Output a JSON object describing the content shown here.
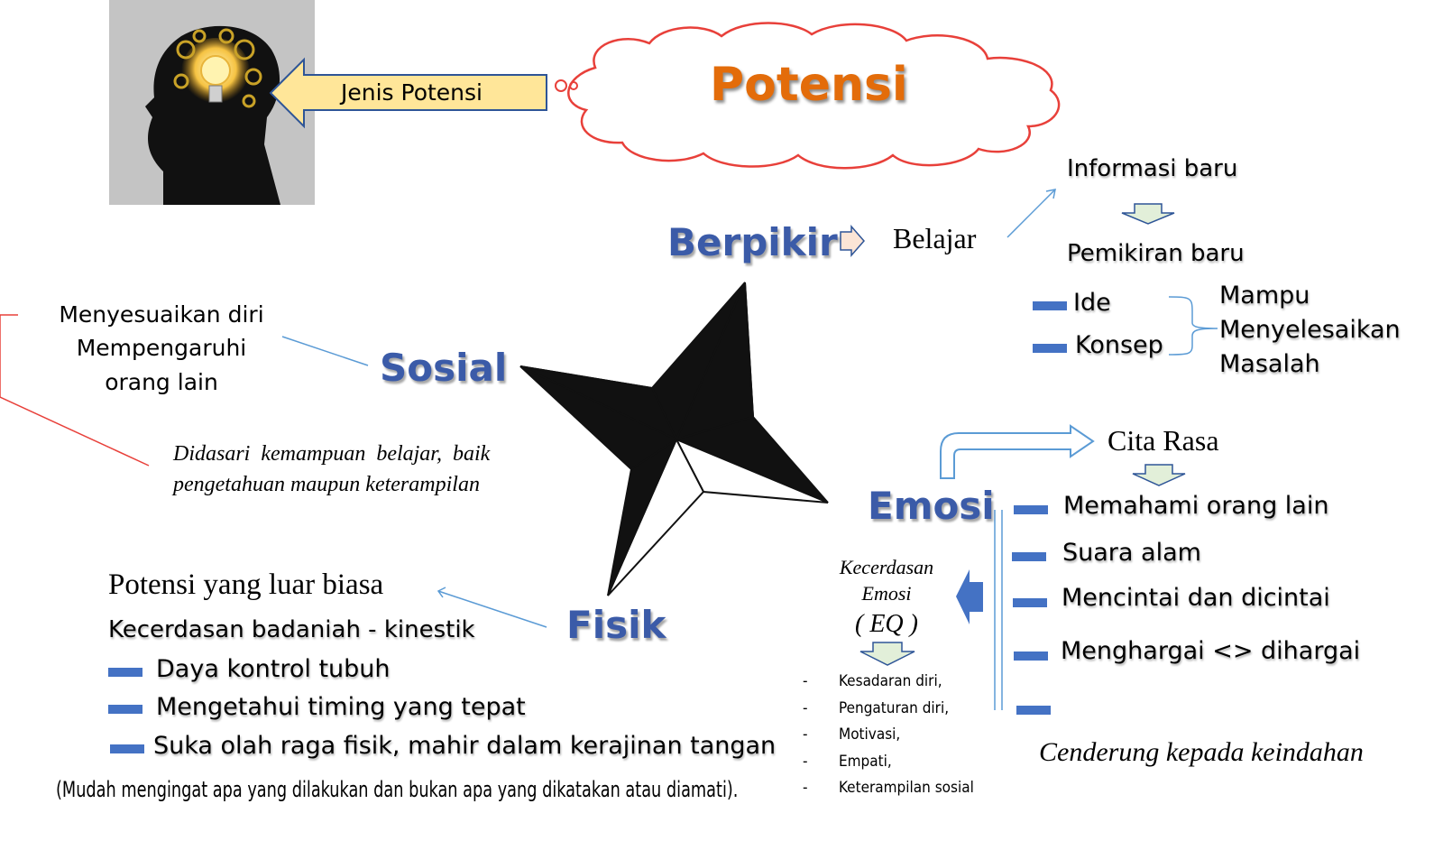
{
  "title": "Potensi",
  "arrow_label": "Jenis Potensi",
  "berpikir": {
    "label": "Berpikir",
    "belajar": "Belajar",
    "informasi": "Informasi baru",
    "pemikiran": "Pemikiran baru",
    "items": [
      "Ide",
      "Konsep"
    ],
    "result": [
      "Mampu",
      "Menyelesaikan",
      "Masalah"
    ]
  },
  "sosial": {
    "label": "Sosial",
    "desc": [
      "Menyesuaikan diri",
      "Mempengaruhi",
      "orang lain"
    ]
  },
  "dasar": [
    "Didasari kemampuan belajar, baik",
    "pengetahuan maupun keterampilan"
  ],
  "emosi": {
    "label": "Emosi",
    "cita_rasa": "Cita Rasa",
    "items": [
      "Memahami orang lain",
      "Suara alam",
      "Mencintai dan dicintai",
      "Menghargai <> dihargai"
    ],
    "kecerdasan": [
      "Kecerdasan",
      "Emosi",
      "( EQ )"
    ],
    "eq_items": [
      "Kesadaran diri,",
      "Pengaturan diri,",
      "Motivasi,",
      "Empati,",
      "Keterampilan sosial"
    ],
    "eq_dash": "-",
    "cenderung": "Cenderung kepada keindahan"
  },
  "fisik": {
    "label": "Fisik",
    "heading": "Potensi yang luar biasa",
    "subheading": "Kecerdasan badaniah - kinestik",
    "items": [
      "Daya kontrol tubuh",
      "Mengetahui timing yang tepat",
      "Suka olah raga fisik, mahir dalam kerajinan tangan"
    ],
    "note": "(Mudah mengingat apa yang dilakukan dan bukan apa yang dikatakan atau diamati)."
  },
  "colors": {
    "title": "#e36c0a",
    "node": "#3b5ba8",
    "bullet": "#4472c4",
    "cloud": "#e8403a",
    "arrow_fill": "#ffe699",
    "arrow_stroke": "#2e5597"
  }
}
